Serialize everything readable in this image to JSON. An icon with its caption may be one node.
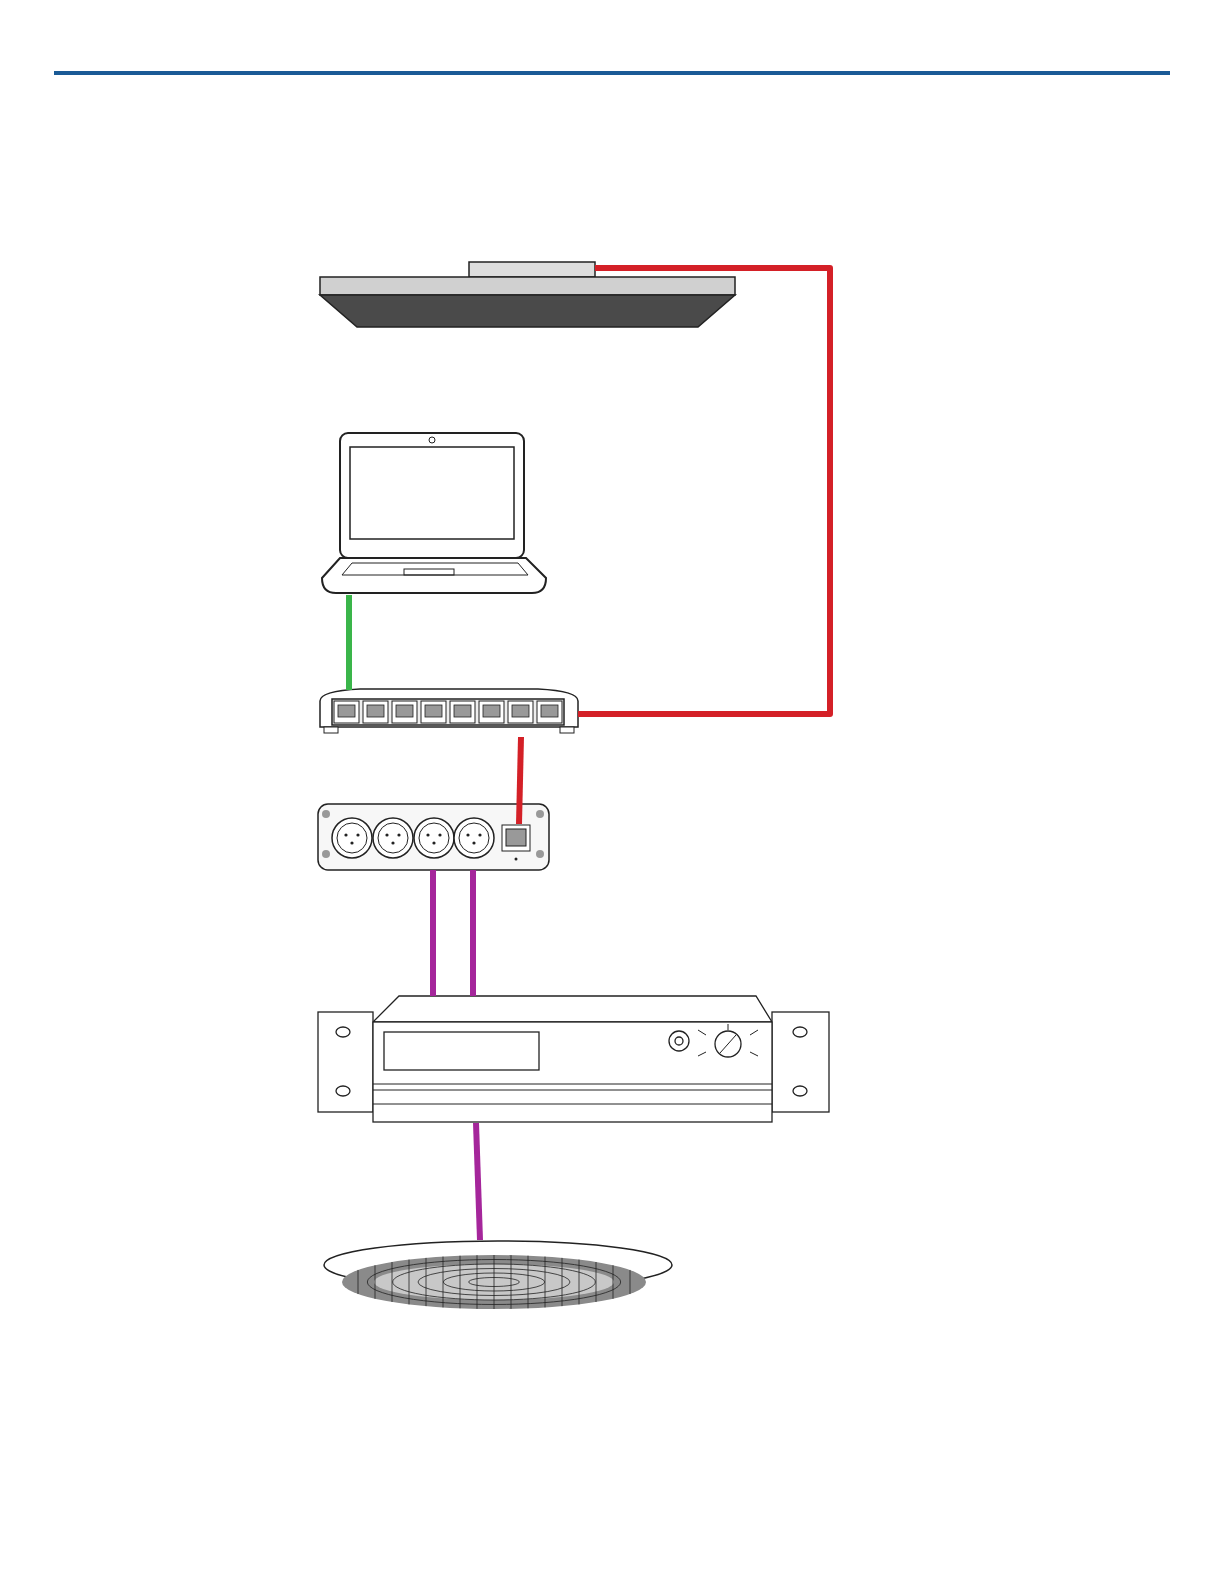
{
  "diagram": {
    "nodes": [
      {
        "text": [],
        "shape": "picture"
      },
      {
        "text": [],
        "shape": "picture"
      },
      {
        "text": [],
        "shape": "picture"
      },
      {
        "text": [],
        "shape": "picture"
      },
      {
        "text": [],
        "shape": "picture"
      },
      {
        "text": [],
        "shape": "picture"
      }
    ],
    "edges": [
      {
        "from": 0,
        "to": 2,
        "arrow": "none",
        "color": "#d42027"
      },
      {
        "from": 1,
        "to": 2,
        "arrow": "none",
        "color": "#3ab54a"
      },
      {
        "from": 2,
        "to": 3,
        "arrow": "none",
        "color": "#d42027"
      },
      {
        "from": 3,
        "to": 4,
        "arrow": "none",
        "color": "#a5269b"
      },
      {
        "from": 3,
        "to": 4,
        "arrow": "none",
        "color": "#a5269b"
      },
      {
        "from": 4,
        "to": 5,
        "arrow": "none",
        "color": "#a5269b"
      }
    ]
  }
}
